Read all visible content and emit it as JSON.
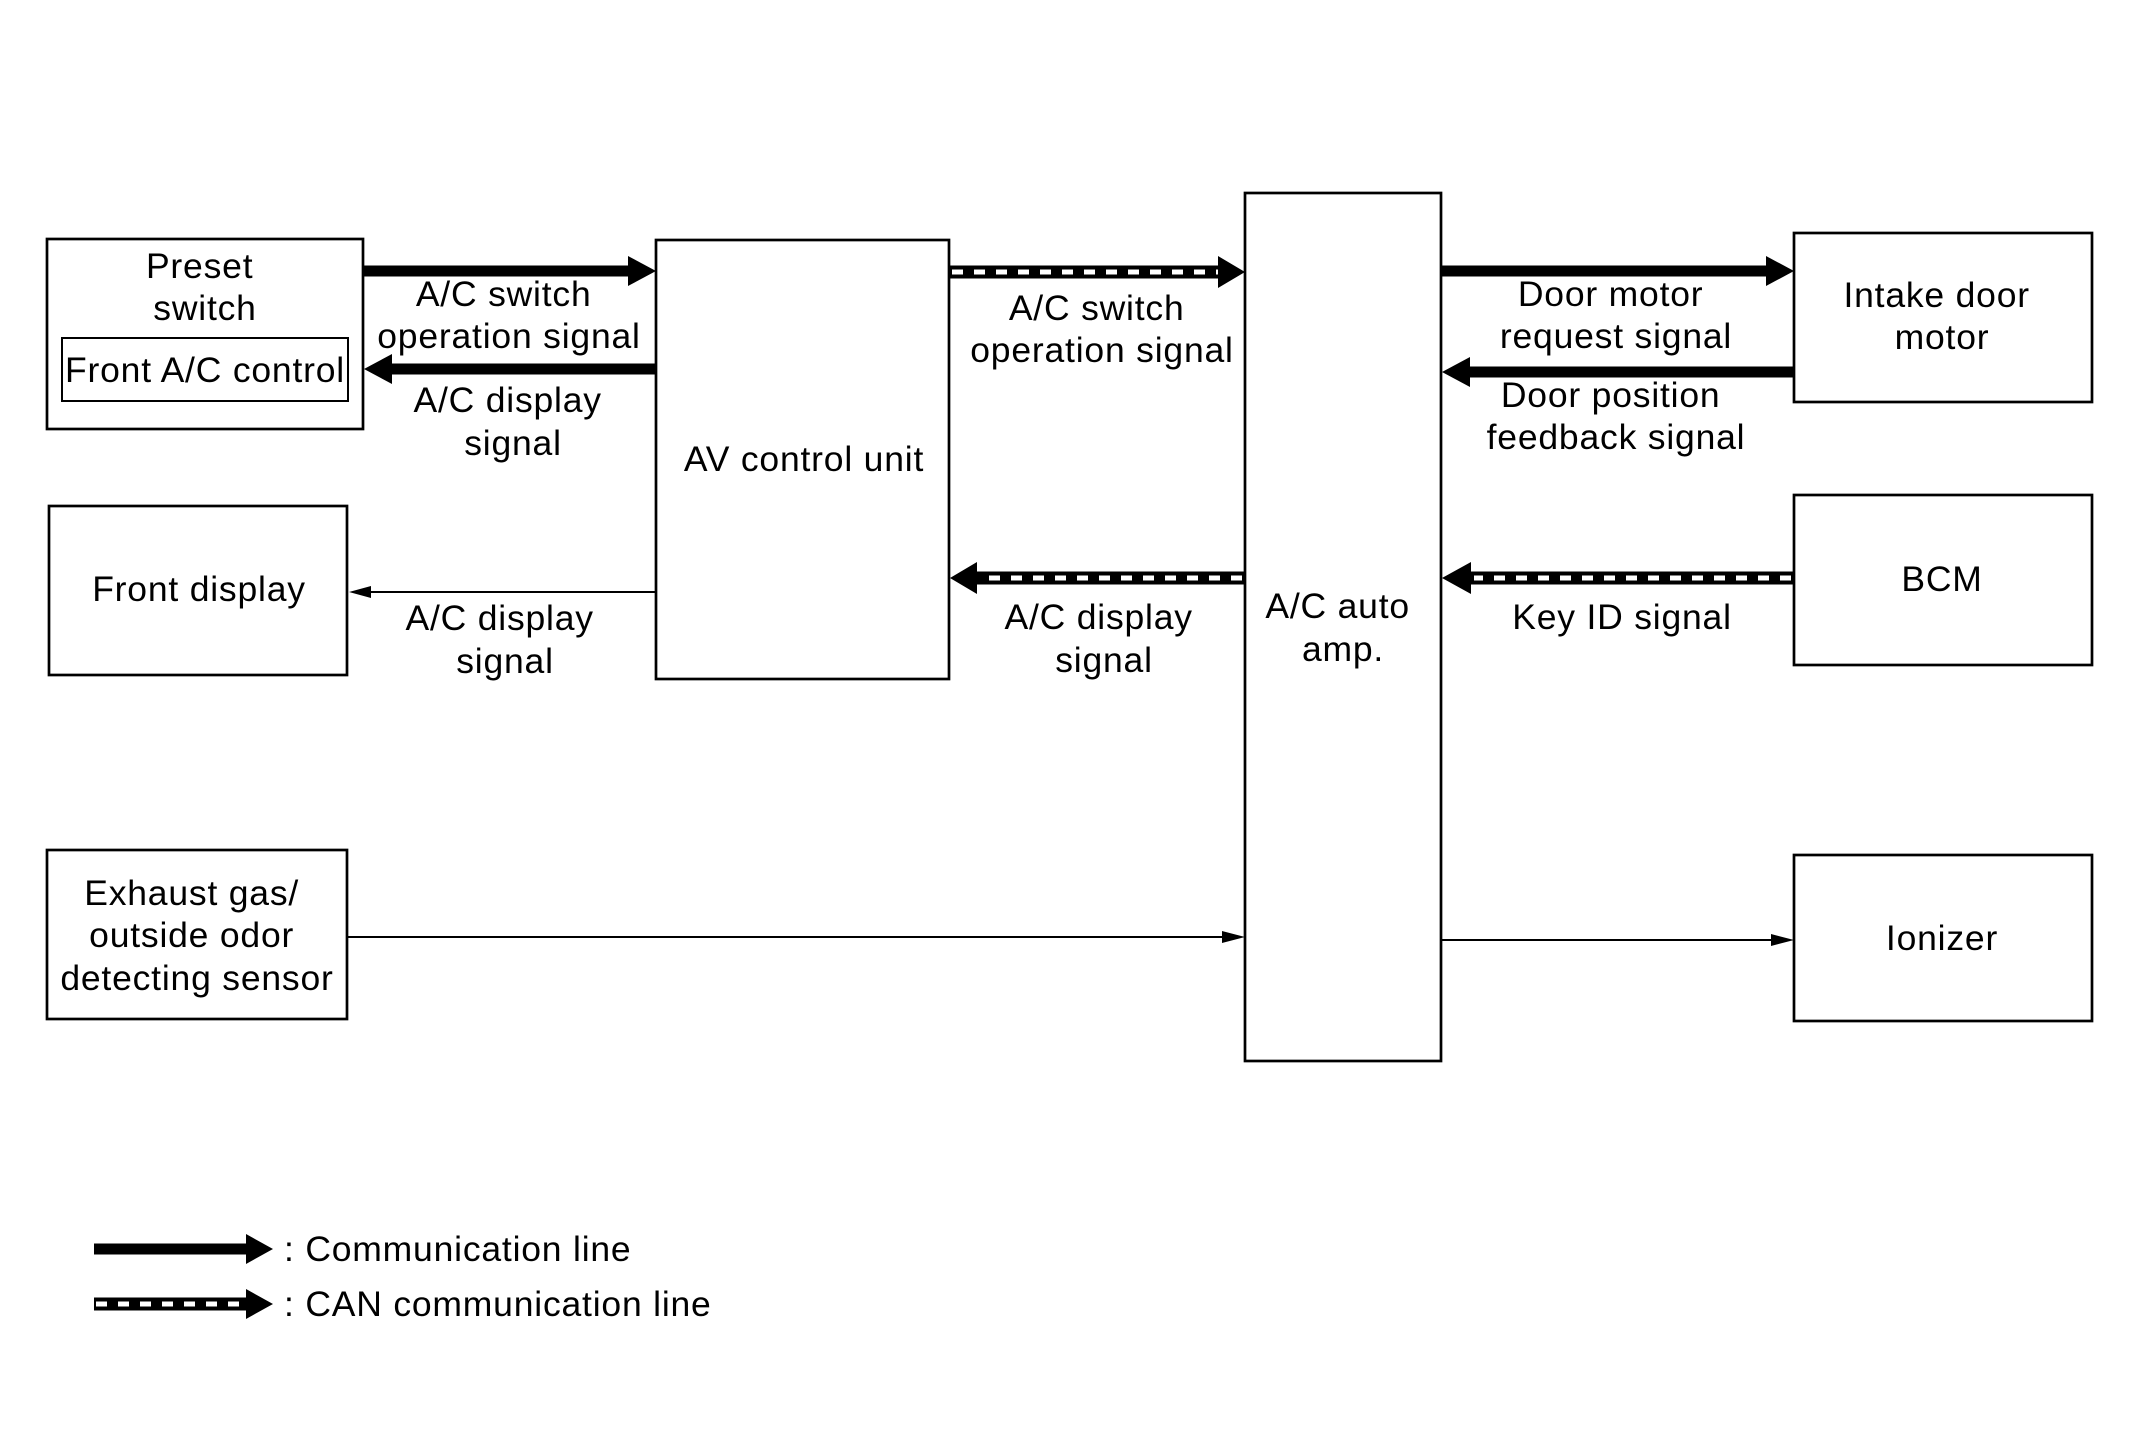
{
  "blocks": {
    "preset_switch": {
      "lines": [
        "Preset",
        "switch"
      ]
    },
    "front_ac_control": {
      "lines": [
        "Front A/C control"
      ]
    },
    "front_display": {
      "lines": [
        "Front display"
      ]
    },
    "exhaust_sensor": {
      "lines": [
        "Exhaust gas/",
        "outside odor",
        "detecting sensor"
      ]
    },
    "av_control_unit": {
      "lines": [
        "AV control unit"
      ]
    },
    "ac_auto_amp": {
      "lines": [
        "A/C auto",
        "amp."
      ]
    },
    "intake_door_motor": {
      "lines": [
        "Intake door",
        "motor"
      ]
    },
    "bcm": {
      "lines": [
        "BCM"
      ]
    },
    "ionizer": {
      "lines": [
        "Ionizer"
      ]
    }
  },
  "signals": {
    "preset_to_av": {
      "type": "communication",
      "lines": [
        "A/C switch",
        "operation signal"
      ]
    },
    "av_to_preset": {
      "type": "communication",
      "lines": [
        "A/C display",
        "signal"
      ]
    },
    "av_to_front_display": {
      "type": "plain",
      "lines": [
        "A/C display",
        "signal"
      ]
    },
    "av_to_amp": {
      "type": "can",
      "lines": [
        "A/C switch",
        "operation signal"
      ]
    },
    "amp_to_av": {
      "type": "can",
      "lines": [
        "A/C display",
        "signal"
      ]
    },
    "amp_to_intake": {
      "type": "communication",
      "lines": [
        "Door motor",
        "request signal"
      ]
    },
    "intake_to_amp": {
      "type": "communication",
      "lines": [
        "Door position",
        "feedback signal"
      ]
    },
    "bcm_to_amp": {
      "type": "can",
      "lines": [
        "Key ID signal"
      ]
    },
    "sensor_to_amp": {
      "type": "plain",
      "lines": []
    },
    "amp_to_ionizer": {
      "type": "plain",
      "lines": []
    }
  },
  "legend": {
    "communication": ": Communication line",
    "can": ": CAN communication line"
  }
}
